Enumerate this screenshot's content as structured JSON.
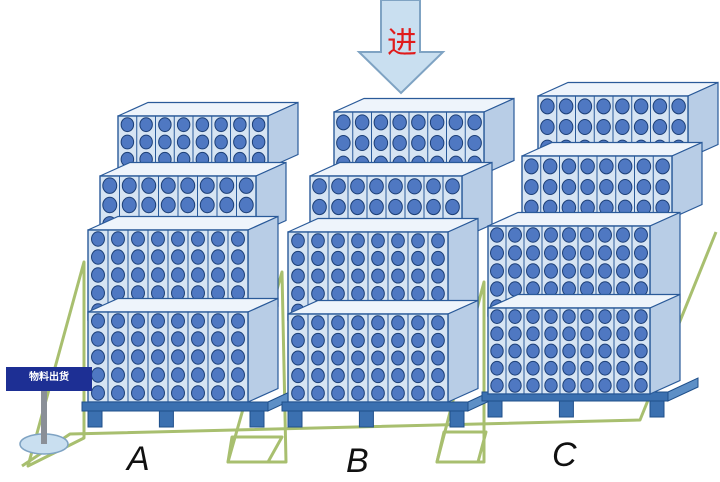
{
  "entry_label": "进",
  "sign_label": "物料出货",
  "zones": [
    {
      "label": "A"
    },
    {
      "label": "B"
    },
    {
      "label": "C"
    }
  ],
  "colors": {
    "zone_border": "#a8bf6f",
    "box_fill": "#d6e4f3",
    "box_stroke": "#2a5a99",
    "circle_fill": "#4f78c2",
    "pallet": "#3b70b0",
    "arrow_fill": "#c9dff0",
    "arrow_stroke": "#7fa3c3",
    "entry_text": "#e01b1b",
    "sign_fill": "#1d2f94"
  }
}
